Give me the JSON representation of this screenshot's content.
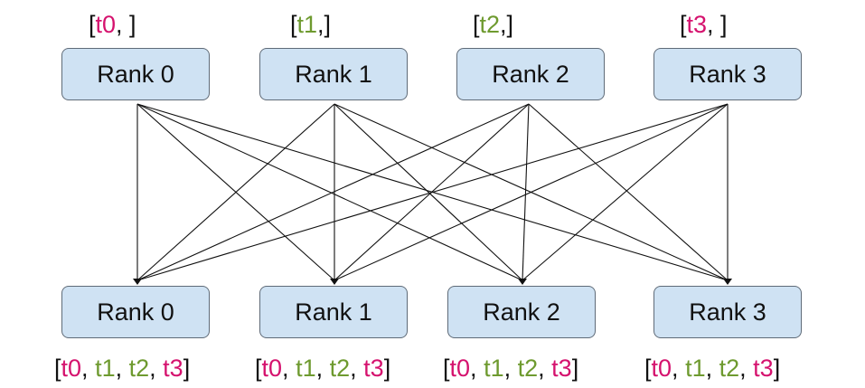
{
  "top_ranks": [
    {
      "label": "Rank 0",
      "input": [
        "t0"
      ],
      "trailing": ", ]"
    },
    {
      "label": "Rank 1",
      "input": [
        "t1"
      ],
      "trailing": ",]"
    },
    {
      "label": "Rank 2",
      "input": [
        "t2"
      ],
      "trailing": ",]"
    },
    {
      "label": "Rank 3",
      "input": [
        "t3"
      ],
      "trailing": ", ]"
    }
  ],
  "bottom_ranks": [
    {
      "label": "Rank 0",
      "output": [
        "t0",
        "t1",
        "t2",
        "t3"
      ]
    },
    {
      "label": "Rank 1",
      "output": [
        "t0",
        "t1",
        "t2",
        "t3"
      ]
    },
    {
      "label": "Rank 2",
      "output": [
        "t0",
        "t1",
        "t2",
        "t3"
      ]
    },
    {
      "label": "Rank 3",
      "output": [
        "t0",
        "t1",
        "t2",
        "t3"
      ]
    }
  ],
  "token_colors": {
    "t0": "#d5126e",
    "t1": "#6e9a2f",
    "t2": "#6e9a2f",
    "t3": "#d5126e"
  },
  "edge_color": "#111111",
  "box_fill": "#cfe2f3"
}
